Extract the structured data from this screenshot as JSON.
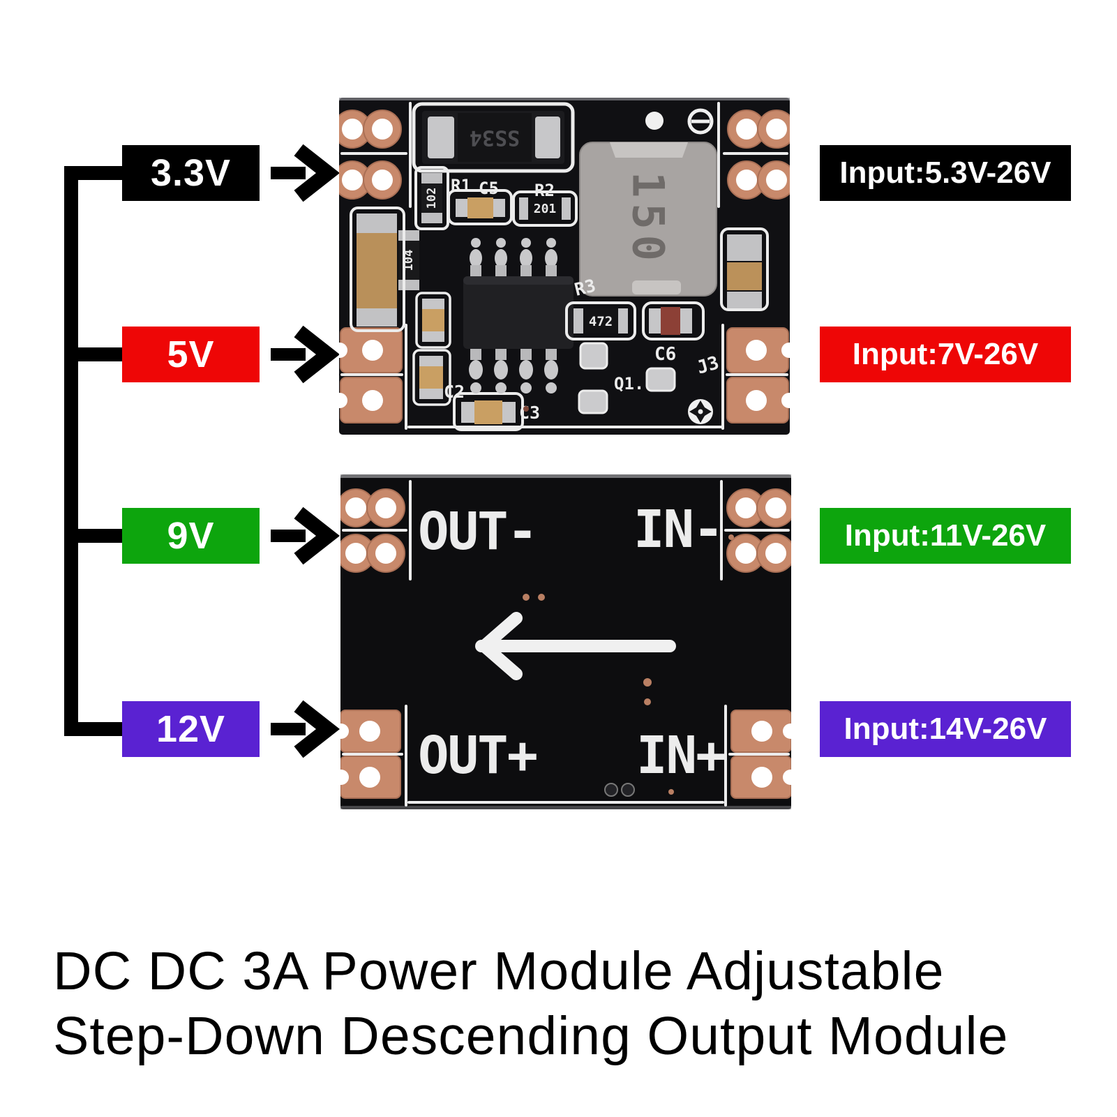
{
  "title": {
    "line1": "DC DC 3A Power Module Adjustable",
    "line2": "Step-Down Descending Output Module"
  },
  "left_labels": [
    {
      "text": "3.3V",
      "color": "#000000"
    },
    {
      "text": "5V",
      "color": "#ee0606"
    },
    {
      "text": "9V",
      "color": "#0da50d"
    },
    {
      "text": "12V",
      "color": "#5a22d2"
    }
  ],
  "right_labels": [
    {
      "text": "Input:5.3V-26V",
      "color": "#000000"
    },
    {
      "text": "Input:7V-26V",
      "color": "#ee0606"
    },
    {
      "text": "Input:11V-26V",
      "color": "#0da50d"
    },
    {
      "text": "Input:14V-26V",
      "color": "#5a22d2"
    }
  ],
  "pcb_top": {
    "markings": {
      "diode": "SS34",
      "inductor": "150",
      "r1_value": "102",
      "r2_value": "201",
      "c4_value": "104",
      "r3_value": "472"
    },
    "labels": {
      "r1": "R1",
      "c5": "C5",
      "r2": "R2",
      "r3": "R3",
      "c2": "C2",
      "c3": "C3",
      "c6": "C6",
      "j3": "J3",
      "q1": "Q1."
    }
  },
  "pcb_bottom": {
    "out_neg": "OUT-",
    "in_neg": "IN-",
    "out_pos": "OUT+",
    "in_pos": "IN+",
    "arrow_direction": "left"
  },
  "colors": {
    "connector": "#000000",
    "board": "#101013",
    "copper": "#c8896b",
    "silkscreen": "#ececec",
    "inductor_body": "#a8a4a2",
    "silver": "#c6c6c8",
    "tan_capacitor": "#c0935c",
    "maroon_capacitor": "#8c4036",
    "title_text": "#000000"
  }
}
